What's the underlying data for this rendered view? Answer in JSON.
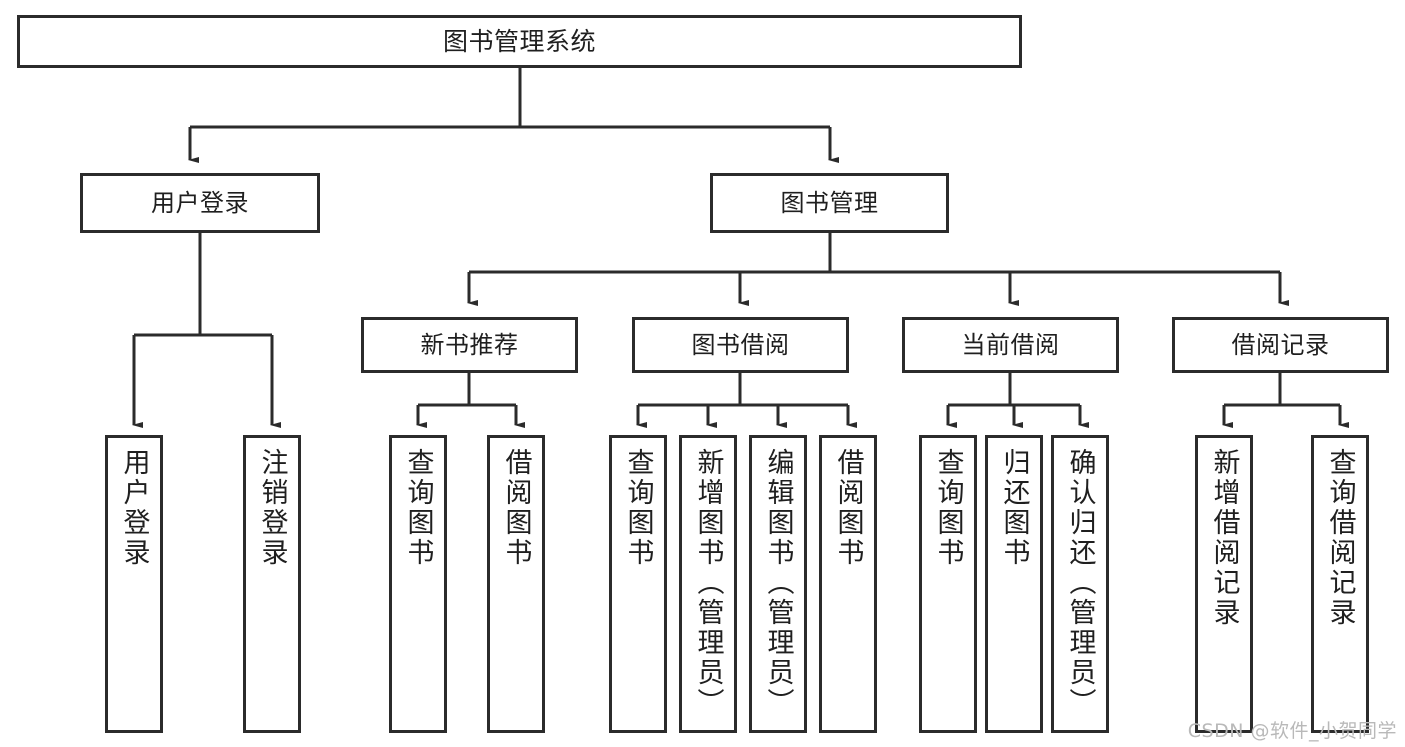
{
  "diagram": {
    "type": "tree",
    "title": "图书管理系统",
    "stroke_color": "#2b2b2b",
    "background_color": "#ffffff",
    "text_color": "#1f1f1f"
  },
  "nodes": {
    "root": {
      "label": "图书管理系统",
      "level": 1,
      "orientation": "horizontal"
    },
    "l2": [
      {
        "id": "user-login",
        "label": "用户登录",
        "level": 2,
        "orientation": "horizontal"
      },
      {
        "id": "book-manage",
        "label": "图书管理",
        "level": 2,
        "orientation": "horizontal"
      }
    ],
    "l3": [
      {
        "id": "new-book-recommend",
        "label": "新书推荐",
        "level": 3,
        "orientation": "horizontal",
        "parent": "book-manage"
      },
      {
        "id": "book-borrow",
        "label": "图书借阅",
        "level": 3,
        "orientation": "horizontal",
        "parent": "book-manage"
      },
      {
        "id": "current-borrow",
        "label": "当前借阅",
        "level": 3,
        "orientation": "horizontal",
        "parent": "book-manage"
      },
      {
        "id": "borrow-record",
        "label": "借阅记录",
        "level": 3,
        "orientation": "horizontal",
        "parent": "book-manage"
      }
    ],
    "leaves": [
      {
        "id": "leaf-user-login",
        "label": "用户登录",
        "parent": "user-login",
        "orientation": "vertical"
      },
      {
        "id": "leaf-logout-login",
        "label": "注销登录",
        "parent": "user-login",
        "orientation": "vertical"
      },
      {
        "id": "leaf-query-book-1",
        "label": "查询图书",
        "parent": "new-book-recommend",
        "orientation": "vertical"
      },
      {
        "id": "leaf-borrow-book-1",
        "label": "借阅图书",
        "parent": "new-book-recommend",
        "orientation": "vertical"
      },
      {
        "id": "leaf-query-book-2",
        "label": "查询图书",
        "parent": "book-borrow",
        "orientation": "vertical"
      },
      {
        "id": "leaf-add-book",
        "label": "新增图书（管理员）",
        "parent": "book-borrow",
        "orientation": "vertical"
      },
      {
        "id": "leaf-edit-book",
        "label": "编辑图书（管理员）",
        "parent": "book-borrow",
        "orientation": "vertical"
      },
      {
        "id": "leaf-borrow-book-2",
        "label": "借阅图书",
        "parent": "book-borrow",
        "orientation": "vertical"
      },
      {
        "id": "leaf-query-book-3",
        "label": "查询图书",
        "parent": "current-borrow",
        "orientation": "vertical"
      },
      {
        "id": "leaf-return-book",
        "label": "归还图书",
        "parent": "current-borrow",
        "orientation": "vertical"
      },
      {
        "id": "leaf-confirm-return",
        "label": "确认归还（管理员）",
        "parent": "current-borrow",
        "orientation": "vertical"
      },
      {
        "id": "leaf-add-record",
        "label": "新增借阅记录",
        "parent": "borrow-record",
        "orientation": "vertical"
      },
      {
        "id": "leaf-query-record",
        "label": "查询借阅记录",
        "parent": "borrow-record",
        "orientation": "vertical"
      }
    ]
  },
  "watermark": {
    "text": "CSDN @软件_小贺同学"
  }
}
